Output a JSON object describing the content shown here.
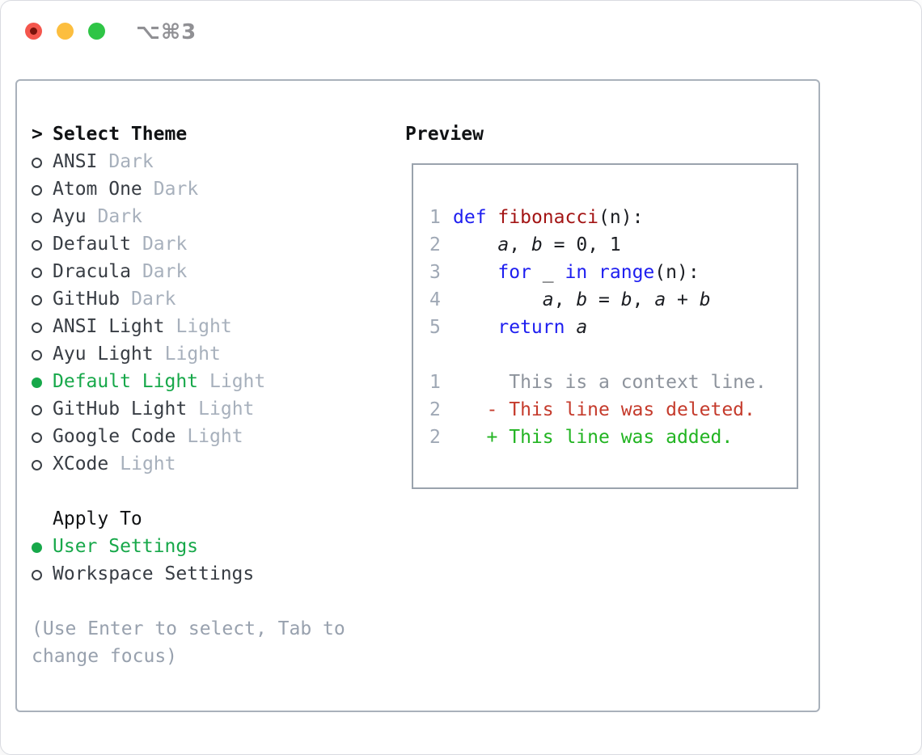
{
  "window": {
    "shortcut": "⌥⌘3",
    "traffic_lights": {
      "close_color": "#f4564d",
      "close_dot_color": "#7a120b",
      "minimize_color": "#fcbe3f",
      "zoom_color": "#2fc546"
    }
  },
  "theme_panel": {
    "cursor": ">",
    "title": "Select Theme",
    "themes": [
      {
        "name": "ANSI",
        "tag": "Dark",
        "selected": false
      },
      {
        "name": "Atom One",
        "tag": "Dark",
        "selected": false
      },
      {
        "name": "Ayu",
        "tag": "Dark",
        "selected": false
      },
      {
        "name": "Default",
        "tag": "Dark",
        "selected": false
      },
      {
        "name": "Dracula",
        "tag": "Dark",
        "selected": false
      },
      {
        "name": "GitHub",
        "tag": "Dark",
        "selected": false
      },
      {
        "name": "ANSI Light",
        "tag": "Light",
        "selected": false
      },
      {
        "name": "Ayu Light",
        "tag": "Light",
        "selected": false
      },
      {
        "name": "Default Light",
        "tag": "Light",
        "selected": true
      },
      {
        "name": "GitHub Light",
        "tag": "Light",
        "selected": false
      },
      {
        "name": "Google Code",
        "tag": "Light",
        "selected": false
      },
      {
        "name": "XCode",
        "tag": "Light",
        "selected": false
      }
    ],
    "apply_to": {
      "title": "Apply To",
      "options": [
        {
          "name": "User Settings",
          "selected": true
        },
        {
          "name": "Workspace Settings",
          "selected": false
        }
      ]
    },
    "hint_lines": [
      "(Use Enter to select, Tab to",
      "change focus)"
    ]
  },
  "preview": {
    "title": "Preview",
    "lines": [
      {
        "num": "1",
        "segments": [
          {
            "t": "def",
            "c": "keyword"
          },
          {
            "t": " ",
            "c": "code"
          },
          {
            "t": "fibonacci",
            "c": "function"
          },
          {
            "t": "(n):",
            "c": "code"
          }
        ]
      },
      {
        "num": "2",
        "segments": [
          {
            "t": "    ",
            "c": "code"
          },
          {
            "t": "a",
            "c": "code",
            "i": true
          },
          {
            "t": ", ",
            "c": "code"
          },
          {
            "t": "b",
            "c": "code",
            "i": true
          },
          {
            "t": " = 0, 1",
            "c": "code"
          }
        ]
      },
      {
        "num": "3",
        "segments": [
          {
            "t": "    ",
            "c": "code"
          },
          {
            "t": "for",
            "c": "keyword"
          },
          {
            "t": " _ ",
            "c": "code"
          },
          {
            "t": "in",
            "c": "keyword"
          },
          {
            "t": " ",
            "c": "code"
          },
          {
            "t": "range",
            "c": "keyword"
          },
          {
            "t": "(n):",
            "c": "code"
          }
        ]
      },
      {
        "num": "4",
        "segments": [
          {
            "t": "        ",
            "c": "code"
          },
          {
            "t": "a",
            "c": "code",
            "i": true
          },
          {
            "t": ", ",
            "c": "code"
          },
          {
            "t": "b",
            "c": "code",
            "i": true
          },
          {
            "t": " = ",
            "c": "code"
          },
          {
            "t": "b",
            "c": "code",
            "i": true
          },
          {
            "t": ", ",
            "c": "code"
          },
          {
            "t": "a",
            "c": "code",
            "i": true
          },
          {
            "t": " + ",
            "c": "code"
          },
          {
            "t": "b",
            "c": "code",
            "i": true
          }
        ]
      },
      {
        "num": "5",
        "segments": [
          {
            "t": "    ",
            "c": "code"
          },
          {
            "t": "return",
            "c": "keyword"
          },
          {
            "t": " ",
            "c": "code"
          },
          {
            "t": "a",
            "c": "code",
            "i": true
          }
        ]
      },
      {
        "blank": true
      },
      {
        "num": "1",
        "segments": [
          {
            "t": "     This is a context line.",
            "c": "context"
          }
        ]
      },
      {
        "num": "2",
        "segments": [
          {
            "t": "   - This line was deleted.",
            "c": "deleted"
          }
        ]
      },
      {
        "num": "2",
        "segments": [
          {
            "t": "   + This line was added.",
            "c": "added"
          }
        ]
      }
    ]
  },
  "colors": {
    "selected_green": "#17a84a",
    "item_text": "#383d44",
    "header_text": "#101214",
    "tag_gray": "#a7b0bc",
    "hint_gray": "#98a1ae",
    "panel_border": "#a9b1bb",
    "preview_border": "#9aa3ad",
    "line_number_gray": "#9fa8b5",
    "palette": {
      "keyword": "#1e1ef0",
      "function": "#a31515",
      "code": "#1b1d22",
      "context": "#8d939c",
      "deleted": "#c53b2c",
      "added": "#22b422"
    }
  }
}
